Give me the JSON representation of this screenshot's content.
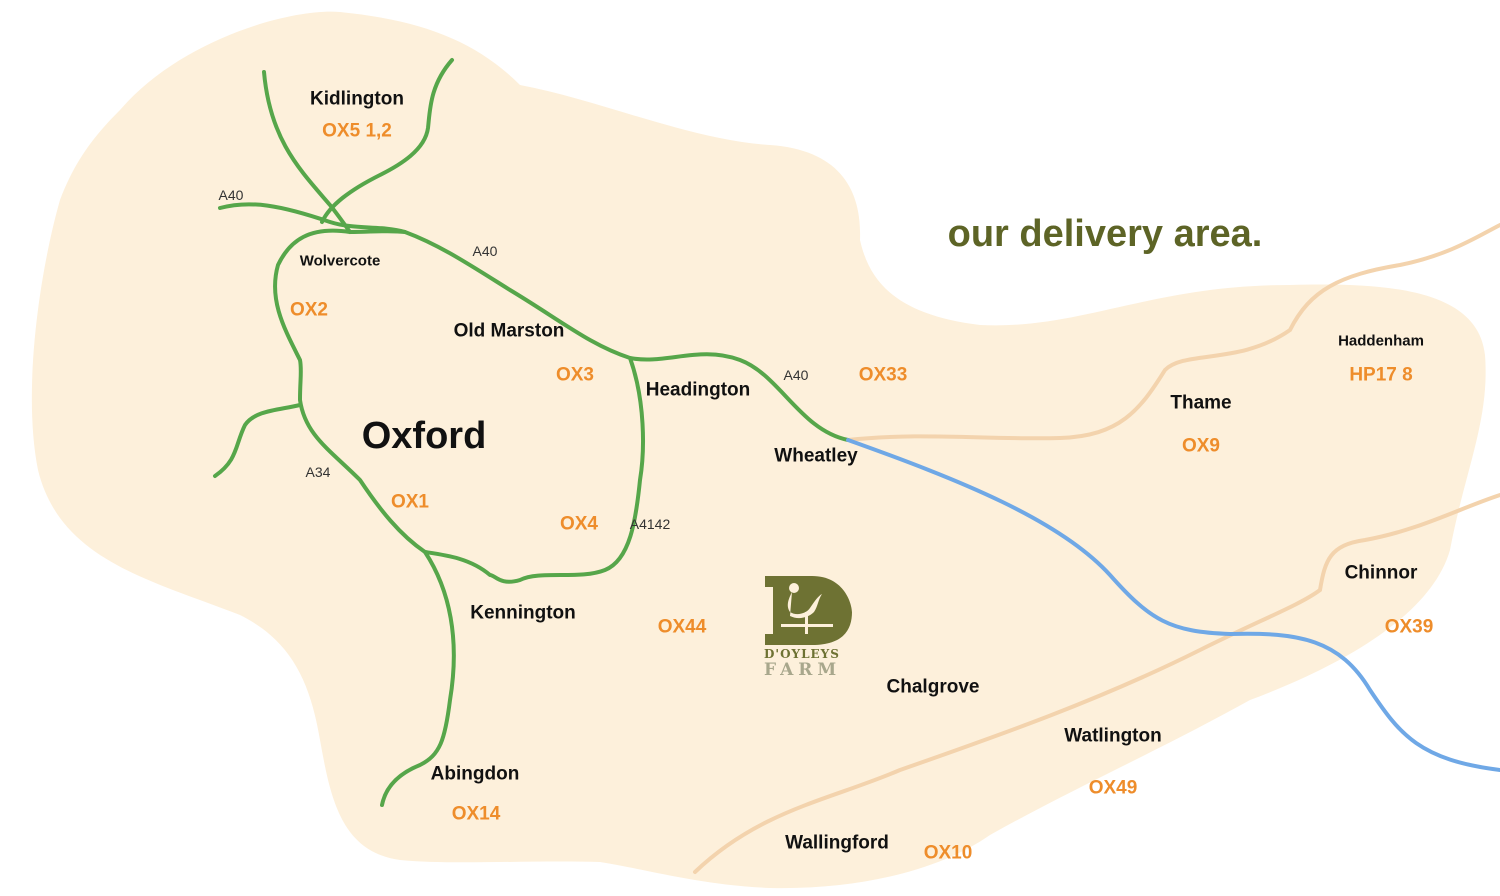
{
  "title": "our delivery area.",
  "colors": {
    "area_fill": "#fdf0db",
    "main_roads": "#56a64a",
    "minor_roads": "#f3d3ad",
    "river": "#6fa8e6",
    "postcode": "#ee8d2b",
    "title": "#5d6426",
    "logo": "#6e7233"
  },
  "places": [
    {
      "id": "kidlington",
      "label": "Kidlington",
      "size": "normal"
    },
    {
      "id": "wolvercote",
      "label": "Wolvercote",
      "size": "small"
    },
    {
      "id": "old-marston",
      "label": "Old Marston",
      "size": "normal"
    },
    {
      "id": "oxford",
      "label": "Oxford",
      "size": "large"
    },
    {
      "id": "headington",
      "label": "Headington",
      "size": "normal"
    },
    {
      "id": "wheatley",
      "label": "Wheatley",
      "size": "normal"
    },
    {
      "id": "kennington",
      "label": "Kennington",
      "size": "normal"
    },
    {
      "id": "abingdon",
      "label": "Abingdon",
      "size": "normal"
    },
    {
      "id": "chalgrove",
      "label": "Chalgrove",
      "size": "normal"
    },
    {
      "id": "watlington",
      "label": "Watlington",
      "size": "normal"
    },
    {
      "id": "wallingford",
      "label": "Wallingford",
      "size": "normal"
    },
    {
      "id": "thame",
      "label": "Thame",
      "size": "normal"
    },
    {
      "id": "haddenham",
      "label": "Haddenham",
      "size": "small"
    },
    {
      "id": "chinnor",
      "label": "Chinnor",
      "size": "normal"
    }
  ],
  "postcodes": [
    {
      "id": "ox5",
      "label": "OX5 1,2"
    },
    {
      "id": "ox2",
      "label": "OX2"
    },
    {
      "id": "ox3",
      "label": "OX3"
    },
    {
      "id": "ox33",
      "label": "OX33"
    },
    {
      "id": "ox1",
      "label": "OX1"
    },
    {
      "id": "ox4",
      "label": "OX4"
    },
    {
      "id": "ox44",
      "label": "OX44"
    },
    {
      "id": "ox14",
      "label": "OX14"
    },
    {
      "id": "ox9",
      "label": "OX9"
    },
    {
      "id": "hp17",
      "label": "HP17 8"
    },
    {
      "id": "ox39",
      "label": "OX39"
    },
    {
      "id": "ox49",
      "label": "OX49"
    },
    {
      "id": "ox10",
      "label": "OX10"
    }
  ],
  "roads": [
    {
      "id": "a40-west",
      "label": "A40"
    },
    {
      "id": "a40-north",
      "label": "A40"
    },
    {
      "id": "a40-east",
      "label": "A40"
    },
    {
      "id": "a34",
      "label": "A34"
    },
    {
      "id": "a4142",
      "label": "A4142"
    }
  ],
  "logo": {
    "line1": "D'OYLEYS",
    "line2": "FARM"
  }
}
